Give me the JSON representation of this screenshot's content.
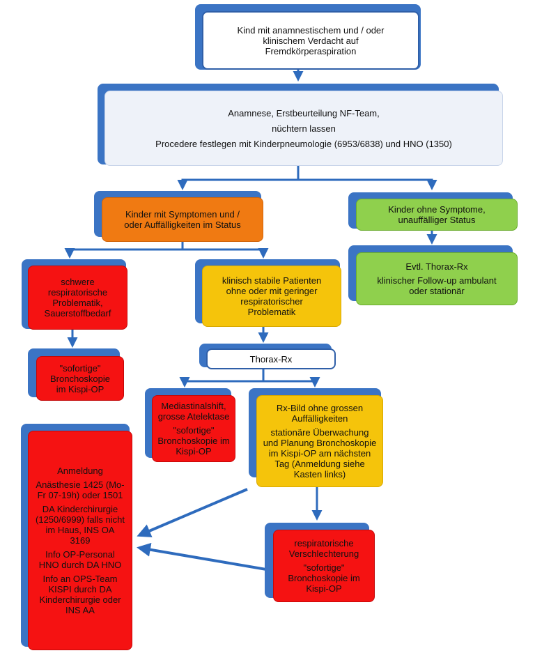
{
  "colors": {
    "shadow": "#3b74c4",
    "connector": "#2e6bbd",
    "orange": "#f07a12",
    "green": "#8fd04d",
    "red": "#f51212",
    "yellow": "#f5c40b",
    "light": "#eef2f9"
  },
  "nodes": {
    "start": {
      "lines": [
        "Kind mit anamnestischem und / oder",
        "klinischem Verdacht auf",
        "Fremdkörperaspiration"
      ]
    },
    "assessment": {
      "lines": [
        "Anamnese, Erstbeurteilung NF-Team,",
        "nüchtern lassen",
        "Procedere festlegen mit Kinderpneumologie (6953/6838) und HNO (1350)"
      ]
    },
    "symptomatic": {
      "lines": [
        "Kinder mit Symptomen und /",
        "oder Auffälligkeiten im Status"
      ]
    },
    "asymptomatic": {
      "lines": [
        "Kinder ohne Symptome,",
        "unauffälliger Status"
      ]
    },
    "followup": {
      "line1": "Evtl. Thorax-Rx",
      "line2": "klinischer Follow-up ambulant oder stationär"
    },
    "severe": {
      "lines": [
        "schwere",
        "respiratorische",
        "Problematik,",
        "Sauerstoffbedarf"
      ]
    },
    "stable": {
      "lines": [
        "klinisch stabile Patienten",
        "ohne oder mit geringer",
        "respiratorischer",
        "Problematik"
      ]
    },
    "thorax": {
      "label": "Thorax-Rx"
    },
    "immediate1": {
      "lines": [
        "\"sofortige\"",
        "Bronchoskopie",
        "im Kispi-OP"
      ]
    },
    "mediastinal": {
      "line1": "Mediastinalshift, grosse Atelektase",
      "line2": "\"sofortige\" Bronchoskopie im Kispi-OP"
    },
    "rxnormal": {
      "line1": "Rx-Bild ohne grossen Auffälligkeiten",
      "line2": "stationäre Überwachung und Planung Bronchoskopie im Kispi-OP am nächsten Tag (Anmeldung siehe Kasten links)"
    },
    "registration": {
      "items": [
        "Anmeldung",
        "Anästhesie 1425 (Mo-Fr 07-19h) oder 1501",
        "DA Kinderchirurgie (1250/6999) falls nicht im Haus, INS OA 3169",
        "Info OP-Personal HNO durch DA HNO",
        "Info an OPS-Team KISPI durch DA Kinderchirurgie oder INS AA"
      ]
    },
    "worsening": {
      "line1": "respiratorische Verschlechterung",
      "line2": "\"sofortige\" Bronchoskopie im Kispi-OP"
    }
  }
}
